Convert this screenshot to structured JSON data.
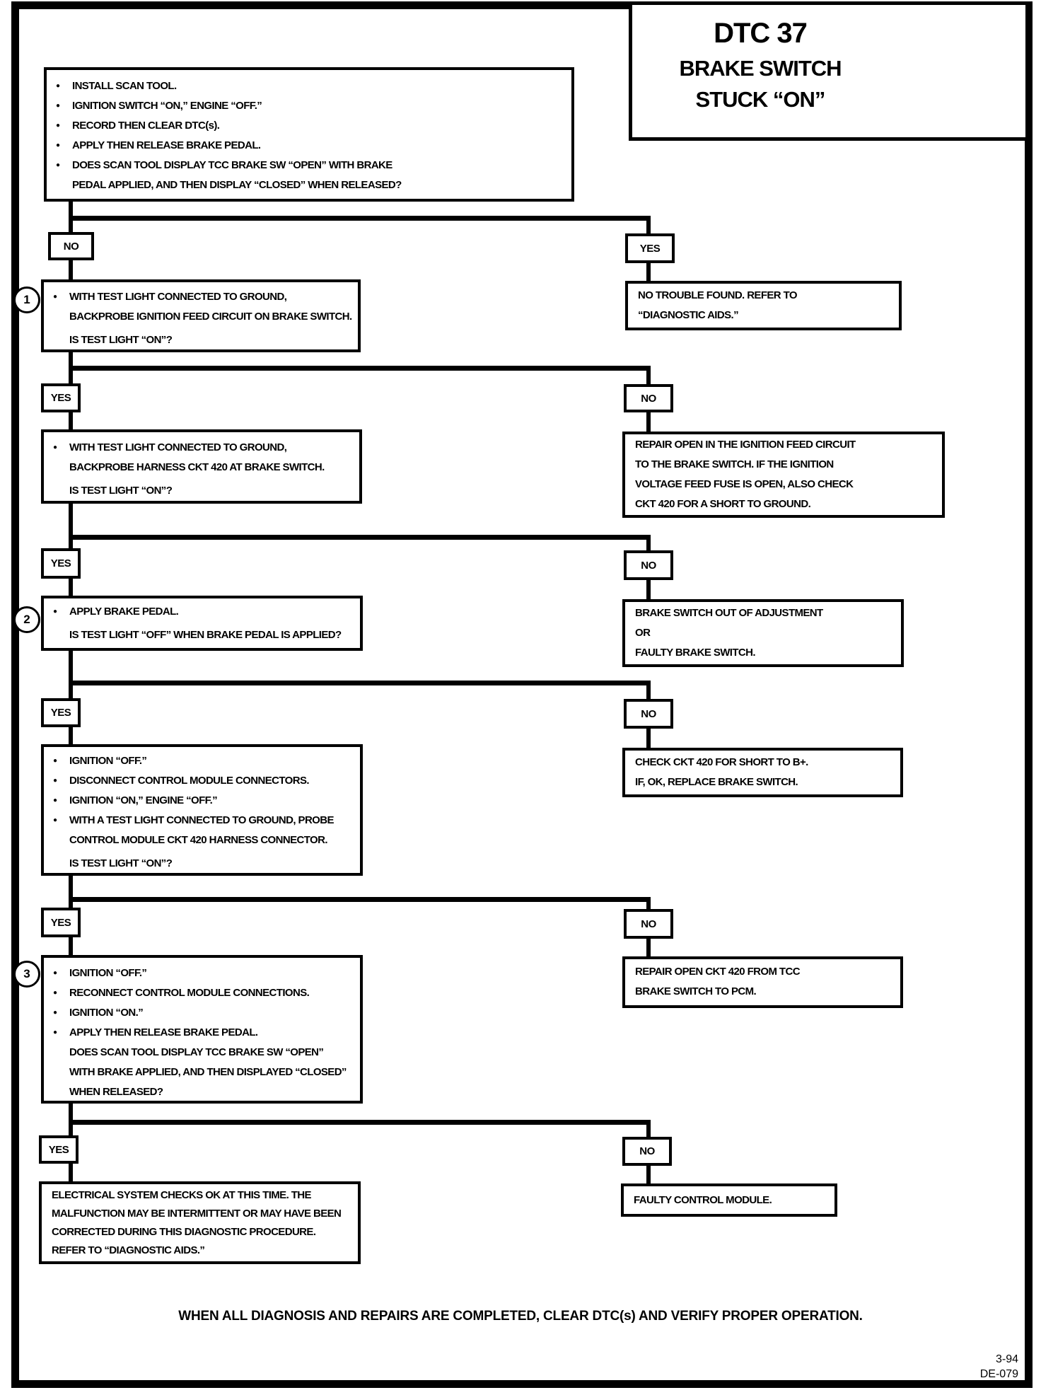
{
  "title": {
    "lines": [
      "DTC 37",
      "BRAKE SWITCH",
      "STUCK “ON”"
    ]
  },
  "labels": {
    "yes": "YES",
    "no": "NO"
  },
  "markers": [
    "1",
    "2",
    "3"
  ],
  "boxes": {
    "start": {
      "lines": [
        "INSTALL SCAN TOOL.",
        "IGNITION SWITCH “ON,” ENGINE “OFF.”",
        "RECORD THEN CLEAR DTC(s).",
        "APPLY THEN RELEASE BRAKE PEDAL.",
        "DOES SCAN TOOL DISPLAY TCC BRAKE SW “OPEN” WITH BRAKE",
        "PEDAL APPLIED, AND THEN DISPLAY “CLOSED” WHEN RELEASED?"
      ]
    },
    "no_trouble": {
      "lines": [
        "NO TROUBLE FOUND. REFER TO",
        "“DIAGNOSTIC AIDS.”"
      ]
    },
    "q1": {
      "lines": [
        "WITH TEST LIGHT CONNECTED TO GROUND,",
        "BACKPROBE IGNITION FEED CIRCUIT ON BRAKE SWITCH.",
        "IS TEST LIGHT “ON”?"
      ]
    },
    "repair_ignition": {
      "lines": [
        "REPAIR OPEN IN THE IGNITION FEED CIRCUIT",
        "TO THE BRAKE SWITCH. IF THE IGNITION",
        "VOLTAGE FEED FUSE IS OPEN, ALSO CHECK",
        "CKT 420 FOR A SHORT TO GROUND."
      ]
    },
    "q2": {
      "lines": [
        "WITH TEST LIGHT CONNECTED TO GROUND,",
        "BACKPROBE HARNESS CKT 420 AT BRAKE SWITCH.",
        "IS TEST LIGHT “ON”?"
      ]
    },
    "adjustment": {
      "lines": [
        "BRAKE SWITCH OUT OF ADJUSTMENT",
        "OR",
        "FAULTY BRAKE SWITCH."
      ]
    },
    "q3": {
      "lines": [
        "APPLY BRAKE PEDAL.",
        "IS TEST LIGHT “OFF” WHEN BRAKE PEDAL IS APPLIED?"
      ]
    },
    "check_ckt": {
      "lines": [
        "CHECK CKT 420 FOR SHORT TO B+.",
        "IF, OK, REPLACE BRAKE SWITCH."
      ]
    },
    "q4": {
      "lines": [
        "IGNITION “OFF.”",
        "DISCONNECT CONTROL MODULE CONNECTORS.",
        "IGNITION “ON,” ENGINE “OFF.”",
        "WITH A TEST LIGHT CONNECTED TO GROUND, PROBE",
        "CONTROL MODULE CKT 420 HARNESS CONNECTOR.",
        "IS TEST LIGHT “ON”?"
      ]
    },
    "repair_ckt": {
      "lines": [
        "REPAIR OPEN CKT 420 FROM TCC",
        "BRAKE SWITCH TO PCM."
      ]
    },
    "q5": {
      "lines": [
        "IGNITION “OFF.”",
        "RECONNECT CONTROL MODULE CONNECTIONS.",
        "IGNITION “ON.”",
        "APPLY THEN RELEASE BRAKE PEDAL.",
        "DOES SCAN TOOL DISPLAY TCC BRAKE SW “OPEN”",
        "WITH BRAKE APPLIED, AND THEN DISPLAYED “CLOSED”",
        "WHEN RELEASED?"
      ]
    },
    "faulty_module": {
      "lines": [
        "FAULTY CONTROL MODULE."
      ]
    },
    "electrical_ok": {
      "lines": [
        "ELECTRICAL SYSTEM CHECKS OK AT THIS TIME. THE",
        "MALFUNCTION MAY BE INTERMITTENT OR MAY HAVE BEEN",
        "CORRECTED DURING THIS DIAGNOSTIC PROCEDURE.",
        "REFER TO “DIAGNOSTIC AIDS.”"
      ]
    }
  },
  "footer": "WHEN ALL DIAGNOSIS AND REPAIRS ARE COMPLETED, CLEAR DTC(s) AND VERIFY PROPER OPERATION.",
  "page_ref": {
    "lines": [
      "3-94",
      "DE-079"
    ]
  }
}
